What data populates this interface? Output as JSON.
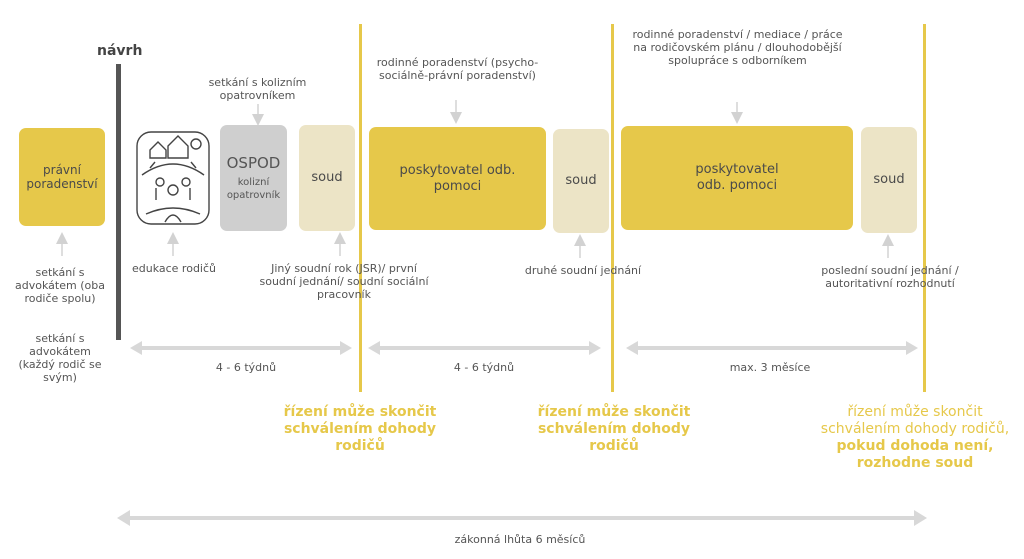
{
  "labels": {
    "navrh": "návrh",
    "pravni_poradenstvi": "právní poradenství",
    "setkani_kolizni": "setkání s kolizním opatrovníkem",
    "ospod": "OSPOD",
    "kolizni_opatrovnik": "kolizní opatrovník",
    "soud1": "soud",
    "soud2": "soud",
    "soud3": "soud",
    "rodinne_poradenstvi_1": "rodinné poradenství (psycho-sociálně-právní poradenství)",
    "poskytovatel_1": "poskytovatel odb. pomoci",
    "rodinne_poradenstvi_2": "rodinné poradenství / mediace / práce na rodičovském plánu / dlouhodobější spolupráce s odborníkem",
    "poskytovatel_2": "poskytovatel odb. pomoci",
    "setkani_advokat_spolu": "setkání s advokátem (oba rodiče spolu)",
    "setkani_advokat_kazdy": "setkání s advokátem (každý rodič se svým)",
    "edukace": "edukace rodičů",
    "jiny_soudni_rok": "Jiný soudní rok (JSR)/ první soudní jednání/ soudní sociální pracovník",
    "druhe_jednani": "druhé soudní jednání",
    "posledni_jednani": "poslední soudní jednání / autoritativní rozhodnutí",
    "doba1": "4 - 6 týdnů",
    "doba2": "4 - 6 týdnů",
    "doba3": "max. 3 měsíce",
    "konec1": "řízení může skončit schválením dohody rodičů",
    "konec2": "řízení může skončit schválením dohody rodičů",
    "konec3_regular": "řízení může skončit schválením dohody rodičů,",
    "konec3_bold": "pokud dohoda není, rozhodne soud",
    "lhuta": "zákonná lhůta 6 měsíců"
  },
  "colors": {
    "yellow": "#e6c84a",
    "beige": "#ece4c6",
    "gray": "#cfcfcf",
    "arrow": "#d8d8d8",
    "dark_bar": "#555555"
  }
}
